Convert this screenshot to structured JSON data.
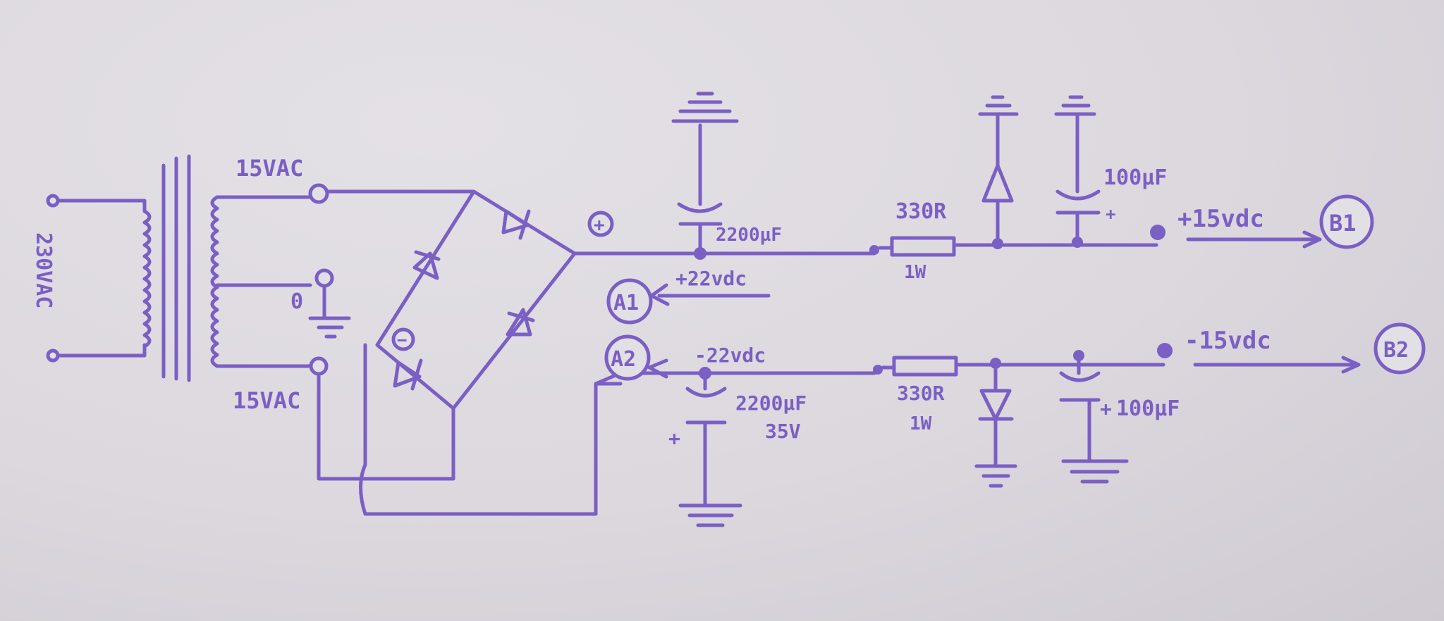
{
  "ink_color": "#7a5fc4",
  "paper_color": "#dcd8de",
  "labels": {
    "mains": "230VAC",
    "sec_top": "15VAC",
    "center_tap": "0",
    "sec_bottom": "15VAC",
    "plus_node": "+",
    "minus_node": "−",
    "cap_pos_main": "2200µF",
    "pos_rail": "+22vdc",
    "a1": "A1",
    "a2": "A2",
    "neg_rail": "-22vdc",
    "cap_neg_main": "2200µF",
    "cap_neg_main_rating": "35V",
    "cap_polarity": "+",
    "res_pos": "330R",
    "res_pos_power": "1W",
    "res_neg": "330R",
    "res_neg_power": "1W",
    "cap_pos_small": "100µF",
    "cap_neg_small": "100µF",
    "out_pos": "+15vdc",
    "out_neg": "-15vdc",
    "b1": "B1",
    "b2": "B2"
  }
}
